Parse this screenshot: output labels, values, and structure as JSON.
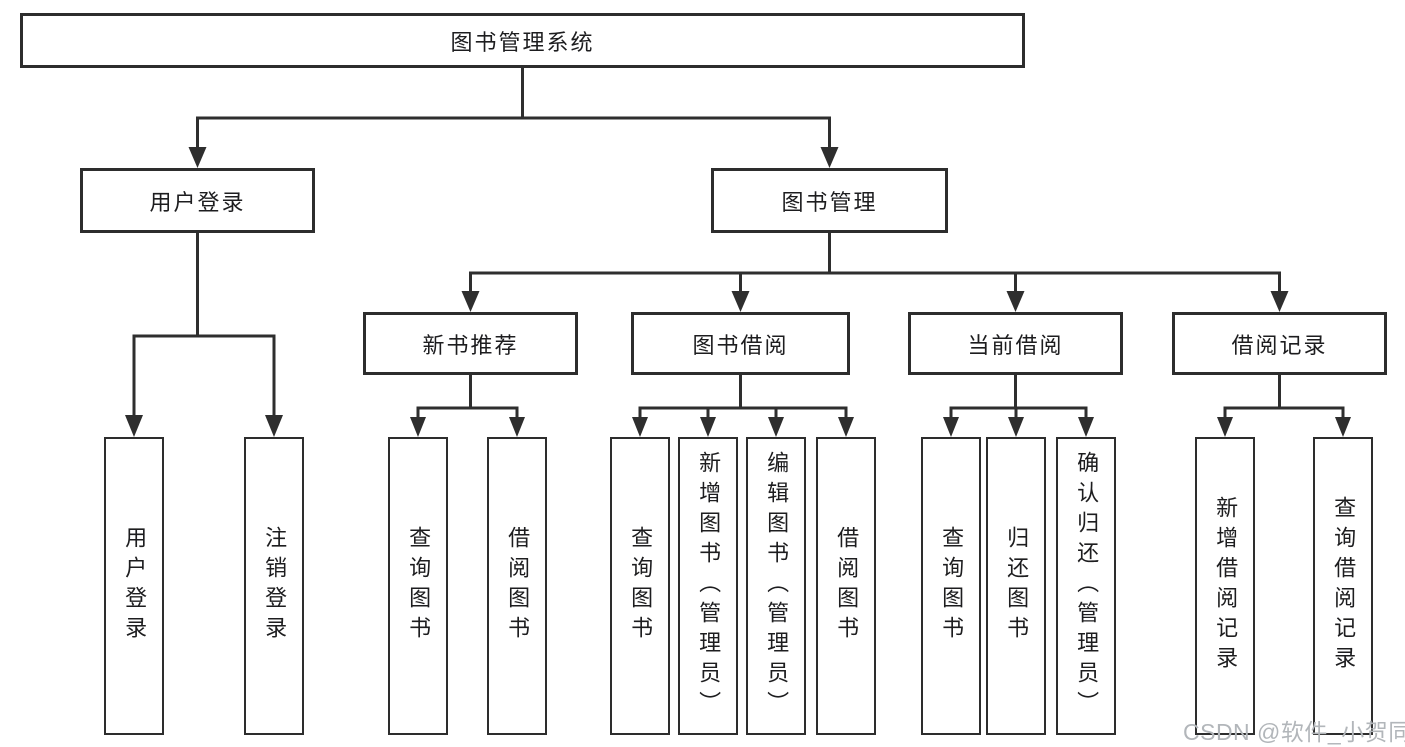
{
  "diagram": {
    "kind": "hierarchy-tree",
    "title": "图书管理系统"
  },
  "tree": {
    "root": {
      "label": "图书管理系统"
    },
    "level2": [
      {
        "label": "用户登录"
      },
      {
        "label": "图书管理"
      }
    ],
    "level3": [
      {
        "label": "新书推荐",
        "parent": "图书管理"
      },
      {
        "label": "图书借阅",
        "parent": "图书管理"
      },
      {
        "label": "当前借阅",
        "parent": "图书管理"
      },
      {
        "label": "借阅记录",
        "parent": "图书管理"
      }
    ],
    "leaves": [
      {
        "label": "用户登录",
        "parent": "用户登录"
      },
      {
        "label": "注销登录",
        "parent": "用户登录"
      },
      {
        "label": "查询图书",
        "parent": "新书推荐"
      },
      {
        "label": "借阅图书",
        "parent": "新书推荐"
      },
      {
        "label": "查询图书",
        "parent": "图书借阅"
      },
      {
        "label": "新增图书（管理员）",
        "parent": "图书借阅"
      },
      {
        "label": "编辑图书（管理员）",
        "parent": "图书借阅"
      },
      {
        "label": "借阅图书",
        "parent": "图书借阅"
      },
      {
        "label": "查询图书",
        "parent": "当前借阅"
      },
      {
        "label": "归还图书",
        "parent": "当前借阅"
      },
      {
        "label": "确认归还（管理员）",
        "parent": "当前借阅"
      },
      {
        "label": "新增借阅记录",
        "parent": "借阅记录"
      },
      {
        "label": "查询借阅记录",
        "parent": "借阅记录"
      }
    ]
  },
  "watermark": {
    "text": "CSDN @软件_小贺同学"
  },
  "colors": {
    "background": "#ffffff",
    "line": "#2e2e2e",
    "box_border": "#2d2d2d",
    "box_fill": "#ffffff",
    "text": "#1d1d1f",
    "watermark": "#b2b6ba"
  }
}
